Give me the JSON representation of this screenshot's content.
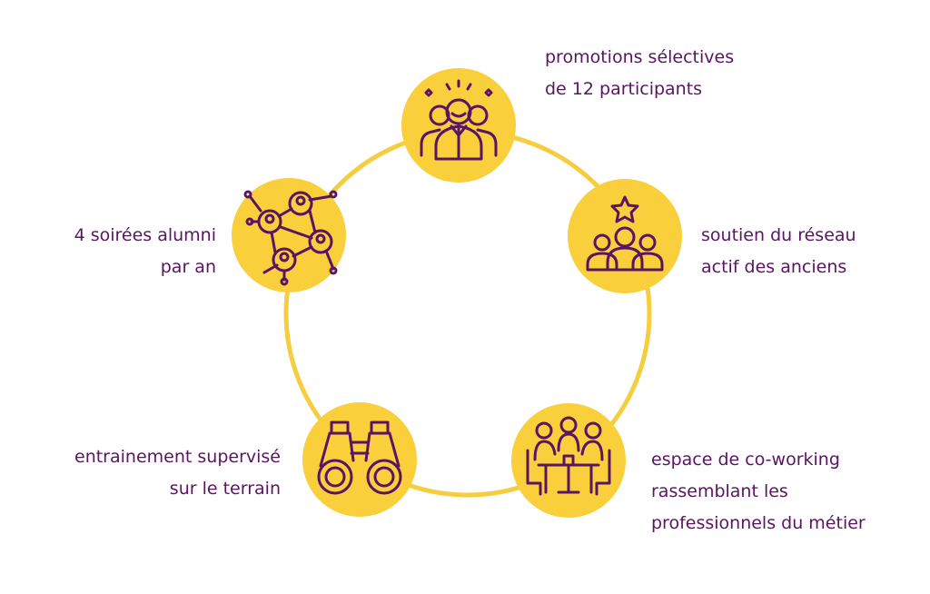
{
  "colors": {
    "accent": "#f9cf3c",
    "ring": "#f5cd3f",
    "text": "#5a1462",
    "icon": "#5a1462"
  },
  "nodes": [
    {
      "icon": "team-icon",
      "lines": [
        "promotions sélectives",
        "de 12 participants"
      ]
    },
    {
      "icon": "star-group-icon",
      "lines": [
        "soutien du réseau",
        "actif des anciens"
      ]
    },
    {
      "icon": "meeting-table-icon",
      "lines": [
        "espace de co-working",
        "rassemblant les",
        "professionnels du métier"
      ]
    },
    {
      "icon": "binoculars-icon",
      "lines": [
        "entrainement supervisé",
        "sur le terrain"
      ]
    },
    {
      "icon": "network-icon",
      "lines": [
        "4 soirées alumni",
        "par an"
      ]
    }
  ]
}
